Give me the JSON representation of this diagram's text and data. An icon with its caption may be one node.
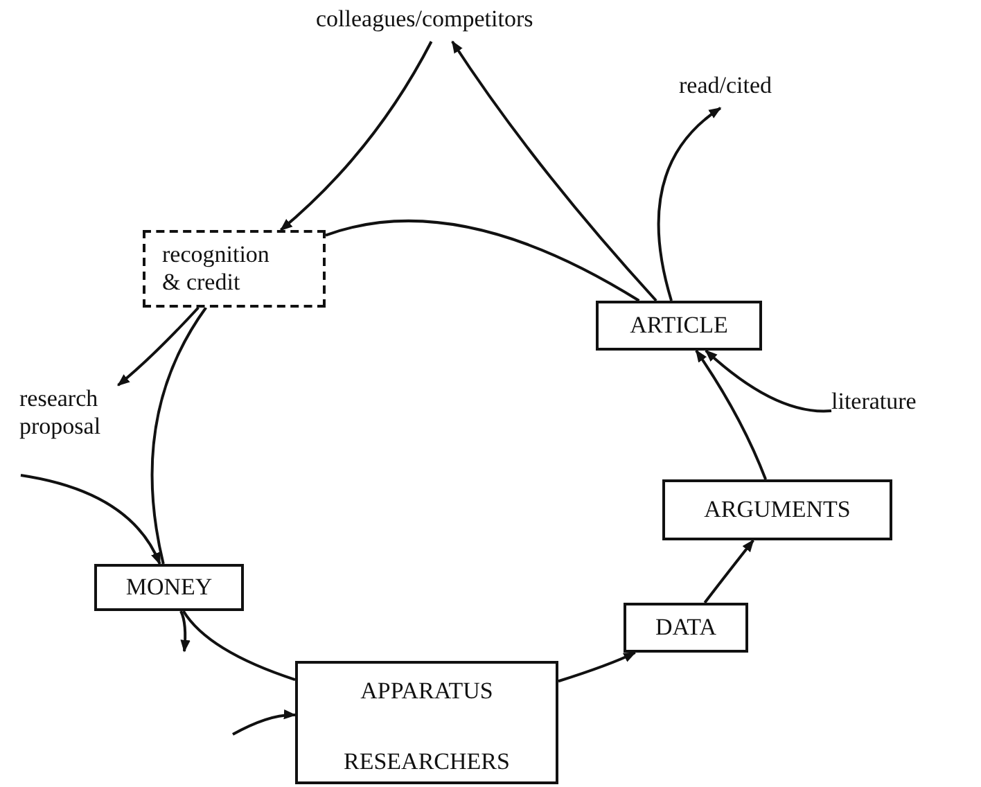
{
  "diagram": {
    "nodes": [
      {
        "text": [
          "colleagues/competitors"
        ]
      },
      {
        "text": [
          "read/cited"
        ]
      },
      {
        "text": [
          "recognition & credit"
        ]
      },
      {
        "text": [
          "ARTICLE"
        ]
      },
      {
        "text": [
          "research proposal"
        ]
      },
      {
        "text": [
          "literature"
        ]
      },
      {
        "text": [
          "ARGUMENTS"
        ]
      },
      {
        "text": [
          "MONEY"
        ]
      },
      {
        "text": [
          "DATA"
        ]
      },
      {
        "text": [
          "APPARATUS",
          "RESEARCHERS"
        ]
      }
    ],
    "edges": [
      {
        "from": 0,
        "to": 2,
        "arrow": "to"
      },
      {
        "from": 3,
        "to": 0,
        "arrow": "to"
      },
      {
        "from": 3,
        "to": 1,
        "arrow": "to"
      },
      {
        "from": 3,
        "to": 2,
        "arrow": "none"
      },
      {
        "from": 2,
        "to": 7,
        "arrow": "none"
      },
      {
        "from": 2,
        "to": 4,
        "arrow": "to"
      },
      {
        "from": null,
        "to": 7,
        "arrow": "to"
      },
      {
        "from": 7,
        "to": null,
        "arrow": "to"
      },
      {
        "from": 7,
        "to": 9,
        "arrow": "none"
      },
      {
        "from": null,
        "to": 9,
        "arrow": "to"
      },
      {
        "from": 9,
        "to": 8,
        "arrow": "to"
      },
      {
        "from": 8,
        "to": 6,
        "arrow": "to"
      },
      {
        "from": 6,
        "to": 3,
        "arrow": "to"
      },
      {
        "from": 5,
        "to": 3,
        "arrow": "to"
      }
    ]
  }
}
